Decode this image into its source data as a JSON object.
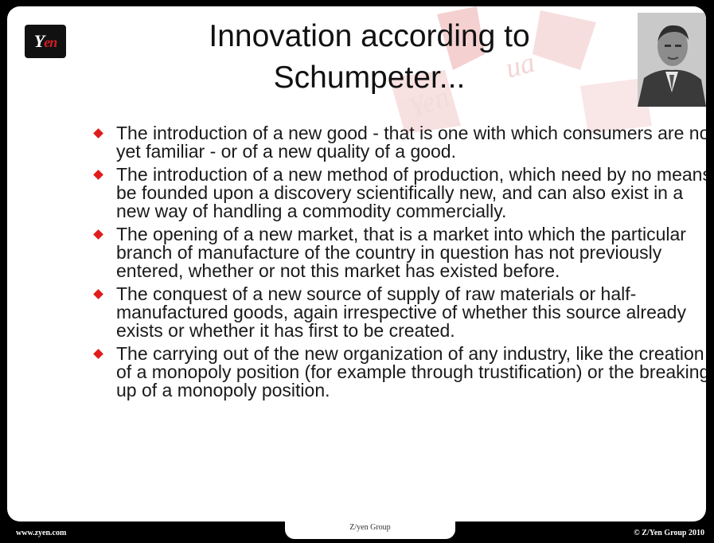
{
  "header": {
    "title_line1": "Innovation according to",
    "title_line2": "Schumpeter...",
    "logo_text_y": "Y",
    "logo_text_en": "en"
  },
  "bullets": [
    "The introduction of a new good - that is one with which consumers are not yet familiar - or of a new quality of a good.",
    "The introduction of a new method of production, which need by no means be founded upon a discovery scientifically new, and can also exist in a new way of handling a commodity commercially.",
    "The opening of a new market, that is a market into which the particular branch of manufacture of the country in question has not previously entered, whether or not this market has existed before.",
    "The conquest of a new source of supply of raw materials or half-manufactured goods, again irrespective of whether this source already exists or whether it has first to be created.",
    "The carrying out of the new organization of any industry, like the creation of a monopoly position (for example through trustification) or the breaking up of a monopoly position."
  ],
  "footer": {
    "left": "www.zyen.com",
    "center": "Z/yen Group",
    "right": "© Z/Yen Group 2010"
  },
  "colors": {
    "bullet": "#e01c1c",
    "frame": "#000000",
    "watermark": "#e8b3b3"
  },
  "icons": {
    "bullet": "diamond-bullet-icon",
    "logo": "zyen-logo",
    "photo": "portrait-photo"
  }
}
